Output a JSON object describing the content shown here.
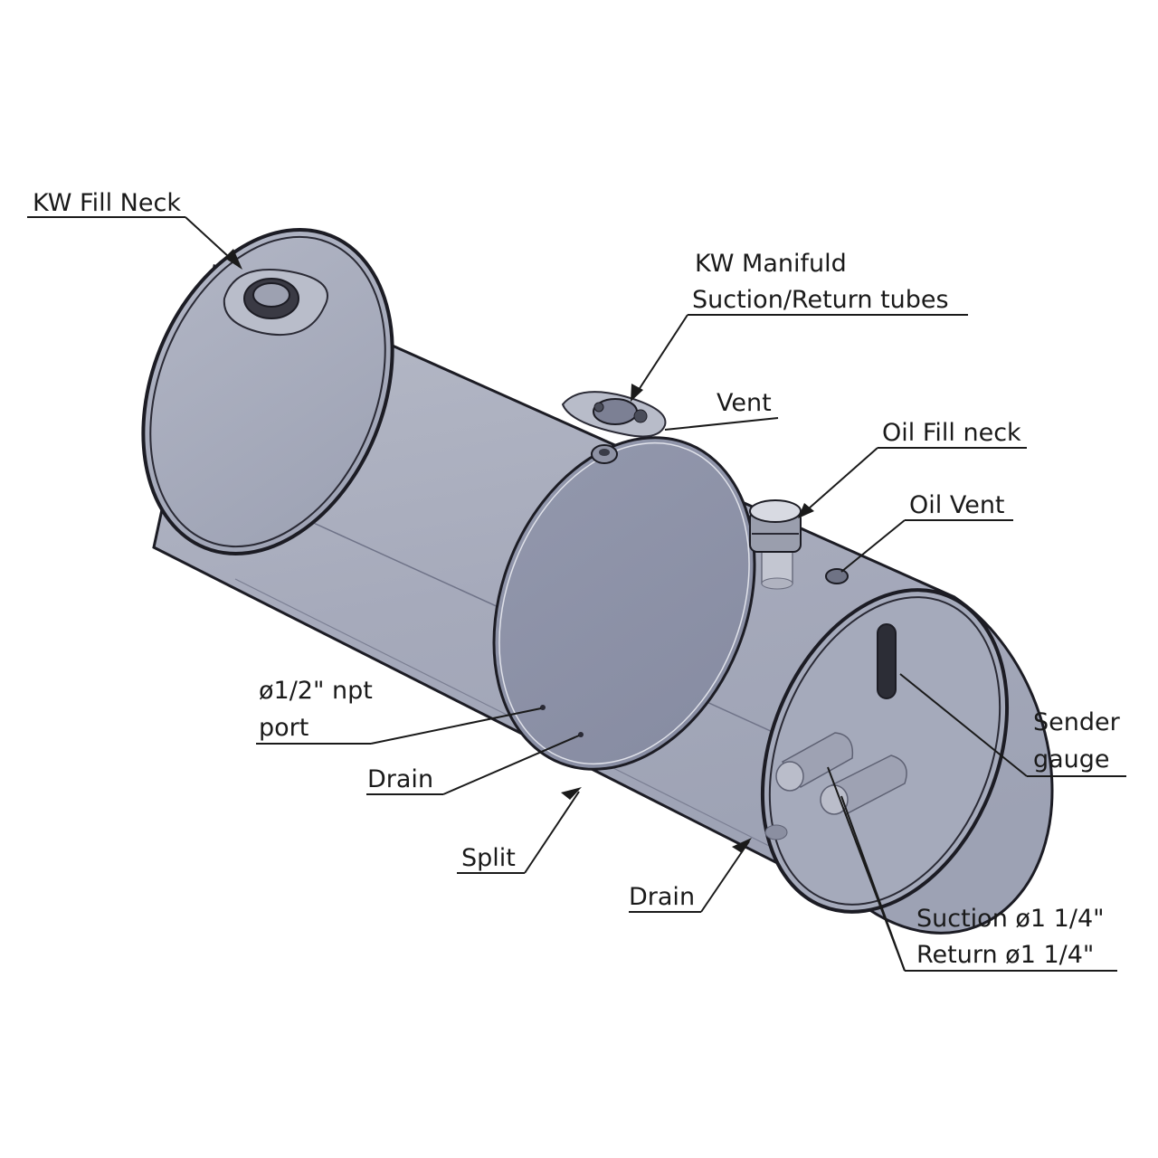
{
  "colors": {
    "tank_body": "#a9adbc",
    "tank_shade": "#8f94a8",
    "tank_end": "#a5aabb",
    "split_band": "#8b90a6",
    "outline": "#1c1c24",
    "leader": "#1a1a1a"
  },
  "labels": {
    "kw_fill_neck": "KW Fill Neck",
    "kw_manifold_line1": "KW Manifuld",
    "kw_manifold_line2": "Suction/Return tubes",
    "vent": "Vent",
    "oil_fill_neck": "Oil Fill neck",
    "oil_vent": "Oil Vent",
    "npt_port_line1": "ø1/2\" npt",
    "npt_port_line2": "port",
    "drain_left": "Drain",
    "sender_line1": "Sender",
    "sender_line2": "gauge",
    "split": "Split",
    "drain_right": "Drain",
    "suction": "Suction ø1 1/4\"",
    "return": "Return   ø1 1/4\""
  }
}
